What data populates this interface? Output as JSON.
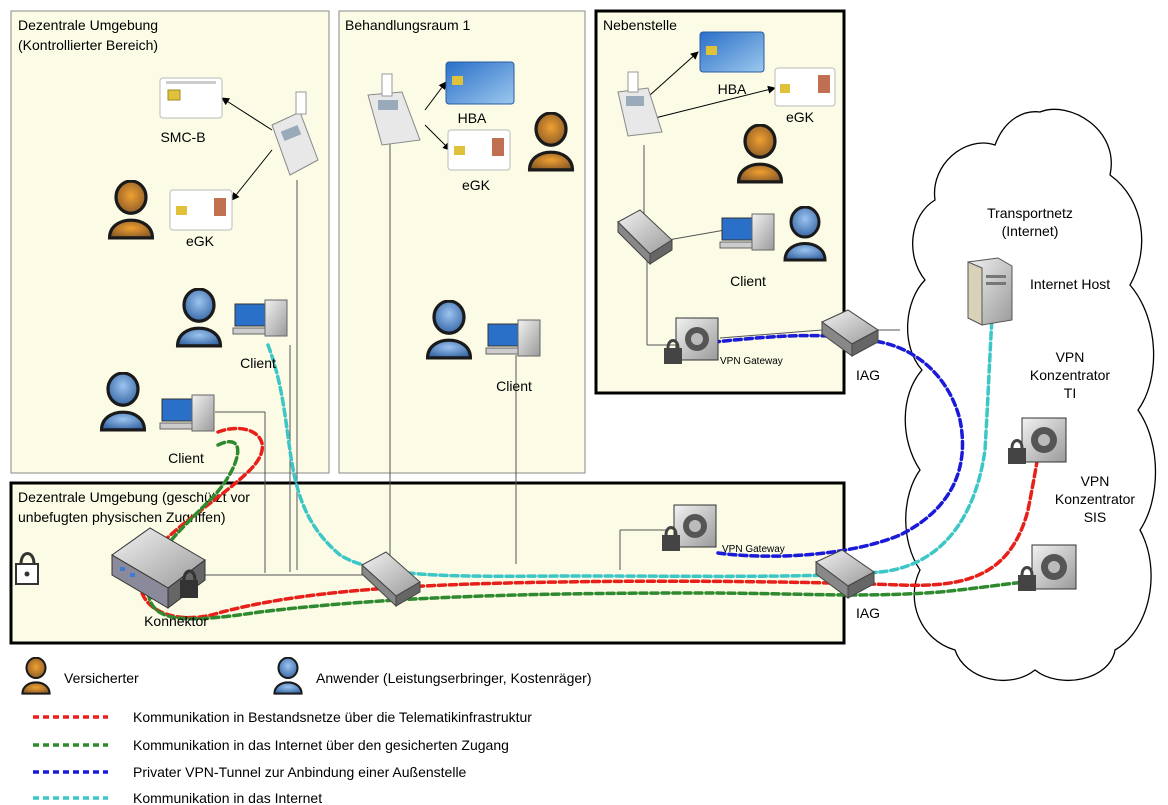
{
  "zones": {
    "decentral_controlled": [
      "Dezentrale Umgebung",
      "(Kontrollierter Bereich)"
    ],
    "treatment_room": "Behandlungsraum 1",
    "branch": "Nebenstelle",
    "decentral_protected": [
      "Dezentrale Umgebung (geschützt vor",
      "unbefugten physischen Zugriffen)"
    ],
    "transport_net": [
      "Transportnetz",
      "(Internet)"
    ]
  },
  "devices": {
    "smcb": "SMC-B",
    "egk": "eGK",
    "hba": "HBA",
    "client": "Client",
    "vpn_gateway": "VPN Gateway",
    "iag": "IAG",
    "connector": "Konnektor",
    "internet_host": "Internet Host",
    "vpn_ti": [
      "VPN",
      "Konzentrator",
      "TI"
    ],
    "vpn_sis": [
      "VPN",
      "Konzentrator",
      "SIS"
    ]
  },
  "legend": {
    "insured": "Versicherter",
    "user": "Anwender (Leistungserbringer, Kostenräger)",
    "lines": [
      {
        "color": "#e8201a",
        "label": "Kommunikation in Bestandsnetze über die Telematikinfrastruktur"
      },
      {
        "color": "#2f8a2f",
        "label": "Kommunikation in das Internet über den gesicherten Zugang"
      },
      {
        "color": "#1a1ad8",
        "label": "Privater VPN-Tunnel zur Anbindung einer Außenstelle"
      },
      {
        "color": "#3cc6c6",
        "label": "Kommunikation in das Internet"
      }
    ]
  },
  "colors": {
    "zone_fill": "#fbfbe6",
    "insured_body": "#e08a1c",
    "user_body": "#5f8fc9",
    "red": "#e8201a",
    "green": "#2f8a2f",
    "blue": "#1a1ad8",
    "cyan": "#3cc6c6"
  }
}
